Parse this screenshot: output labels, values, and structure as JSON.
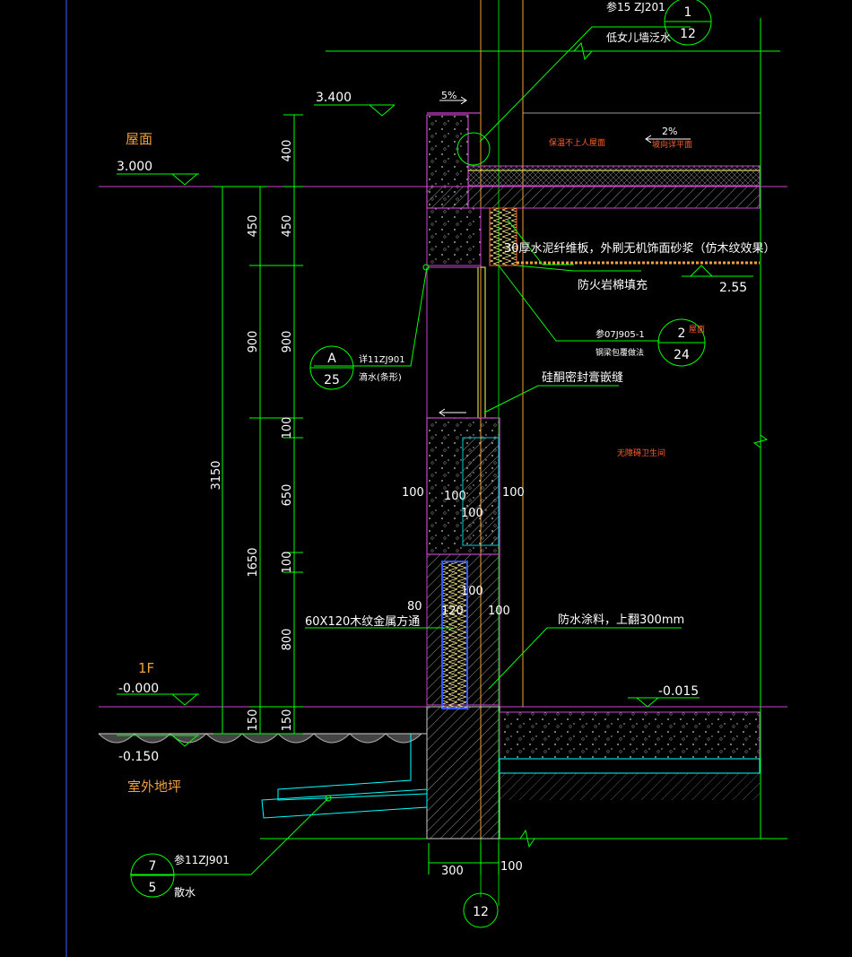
{
  "levels": {
    "roof": {
      "name": "屋面",
      "elev": "3.000"
    },
    "parapet_top": {
      "elev": "3.400"
    },
    "floor1": {
      "name": "1F",
      "elev": "-0.000"
    },
    "outdoor": {
      "name": "室外地坪",
      "elev": "-0.150"
    },
    "interior_floor": {
      "elev": "-0.015"
    },
    "ceiling": {
      "elev": "2.55"
    }
  },
  "dimensions": {
    "total": "3150",
    "col2": [
      "450",
      "900",
      "1650",
      "150"
    ],
    "col3": [
      "400",
      "450",
      "900",
      "100",
      "650",
      "100",
      "800",
      "150"
    ],
    "inner_100_a": "100",
    "inner_100_b": "100",
    "inner_100_c": "100",
    "inner_100_d": "100",
    "inner_100_e": "100",
    "inner_100_f": "100",
    "inner_80": "80",
    "inner_120": "120",
    "bottom_300": "300",
    "bottom_100": "100"
  },
  "slopes": {
    "parapet": "5%",
    "roof": "2%"
  },
  "roof_notes": {
    "roof_type": "保温不上人屋面",
    "roof_sub": "坡向详平面"
  },
  "room": {
    "name": "无障碍卫生间"
  },
  "annotations": {
    "parapet_ref": "参15 ZJ201",
    "parapet_desc": "低女儿墙泛水",
    "parapet_num": "1",
    "parapet_sheet": "12",
    "board_note": "30厚水泥纤维板，外刷无机饰面砂浆（仿木纹效果）",
    "rockwool": "防火岩棉填充",
    "detail2_ref": "参07J905-1",
    "detail2_desc": "钢梁包覆做法",
    "detail2_num": "2",
    "detail2_sheet": "24",
    "detail2_tag": "屋面",
    "detailA_ref": "详11ZJ901",
    "detailA_desc": "滴水(条形)",
    "detailA_num": "A",
    "detailA_sheet": "25",
    "sealant": "硅酮密封膏嵌缝",
    "tube": "60X120木纹金属方通",
    "waterproof": "防水涂料，上翻300mm",
    "apron_ref": "参11ZJ901",
    "apron_desc": "散水",
    "apron_num": "7",
    "apron_sheet": "5",
    "axis": "12"
  }
}
